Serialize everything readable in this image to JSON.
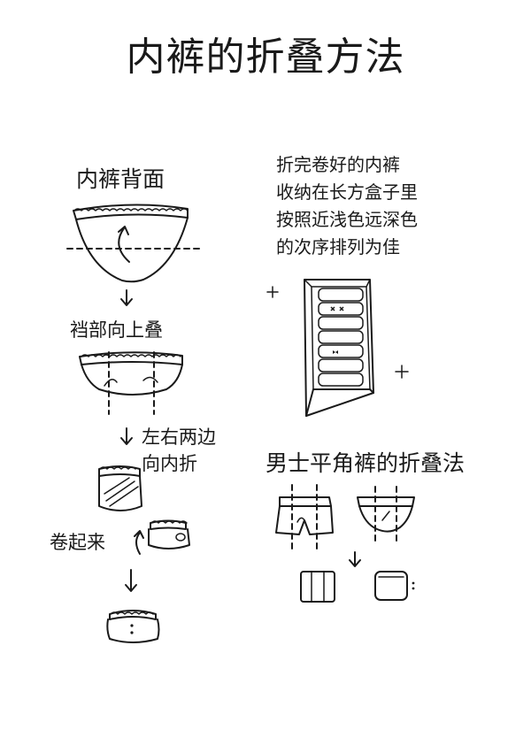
{
  "title": "内裤的折叠方法",
  "left": {
    "heading": "内裤背面",
    "step1": "裆部向上叠",
    "step2_line1": "左右两边",
    "step2_line2": "向内折",
    "step3": "卷起来"
  },
  "right": {
    "note_lines": [
      "折完卷好的内裤",
      "收纳在长方盒子里",
      "按照近浅色远深色",
      "的次序排列为佳"
    ],
    "heading": "男士平角裤的折叠法"
  }
}
